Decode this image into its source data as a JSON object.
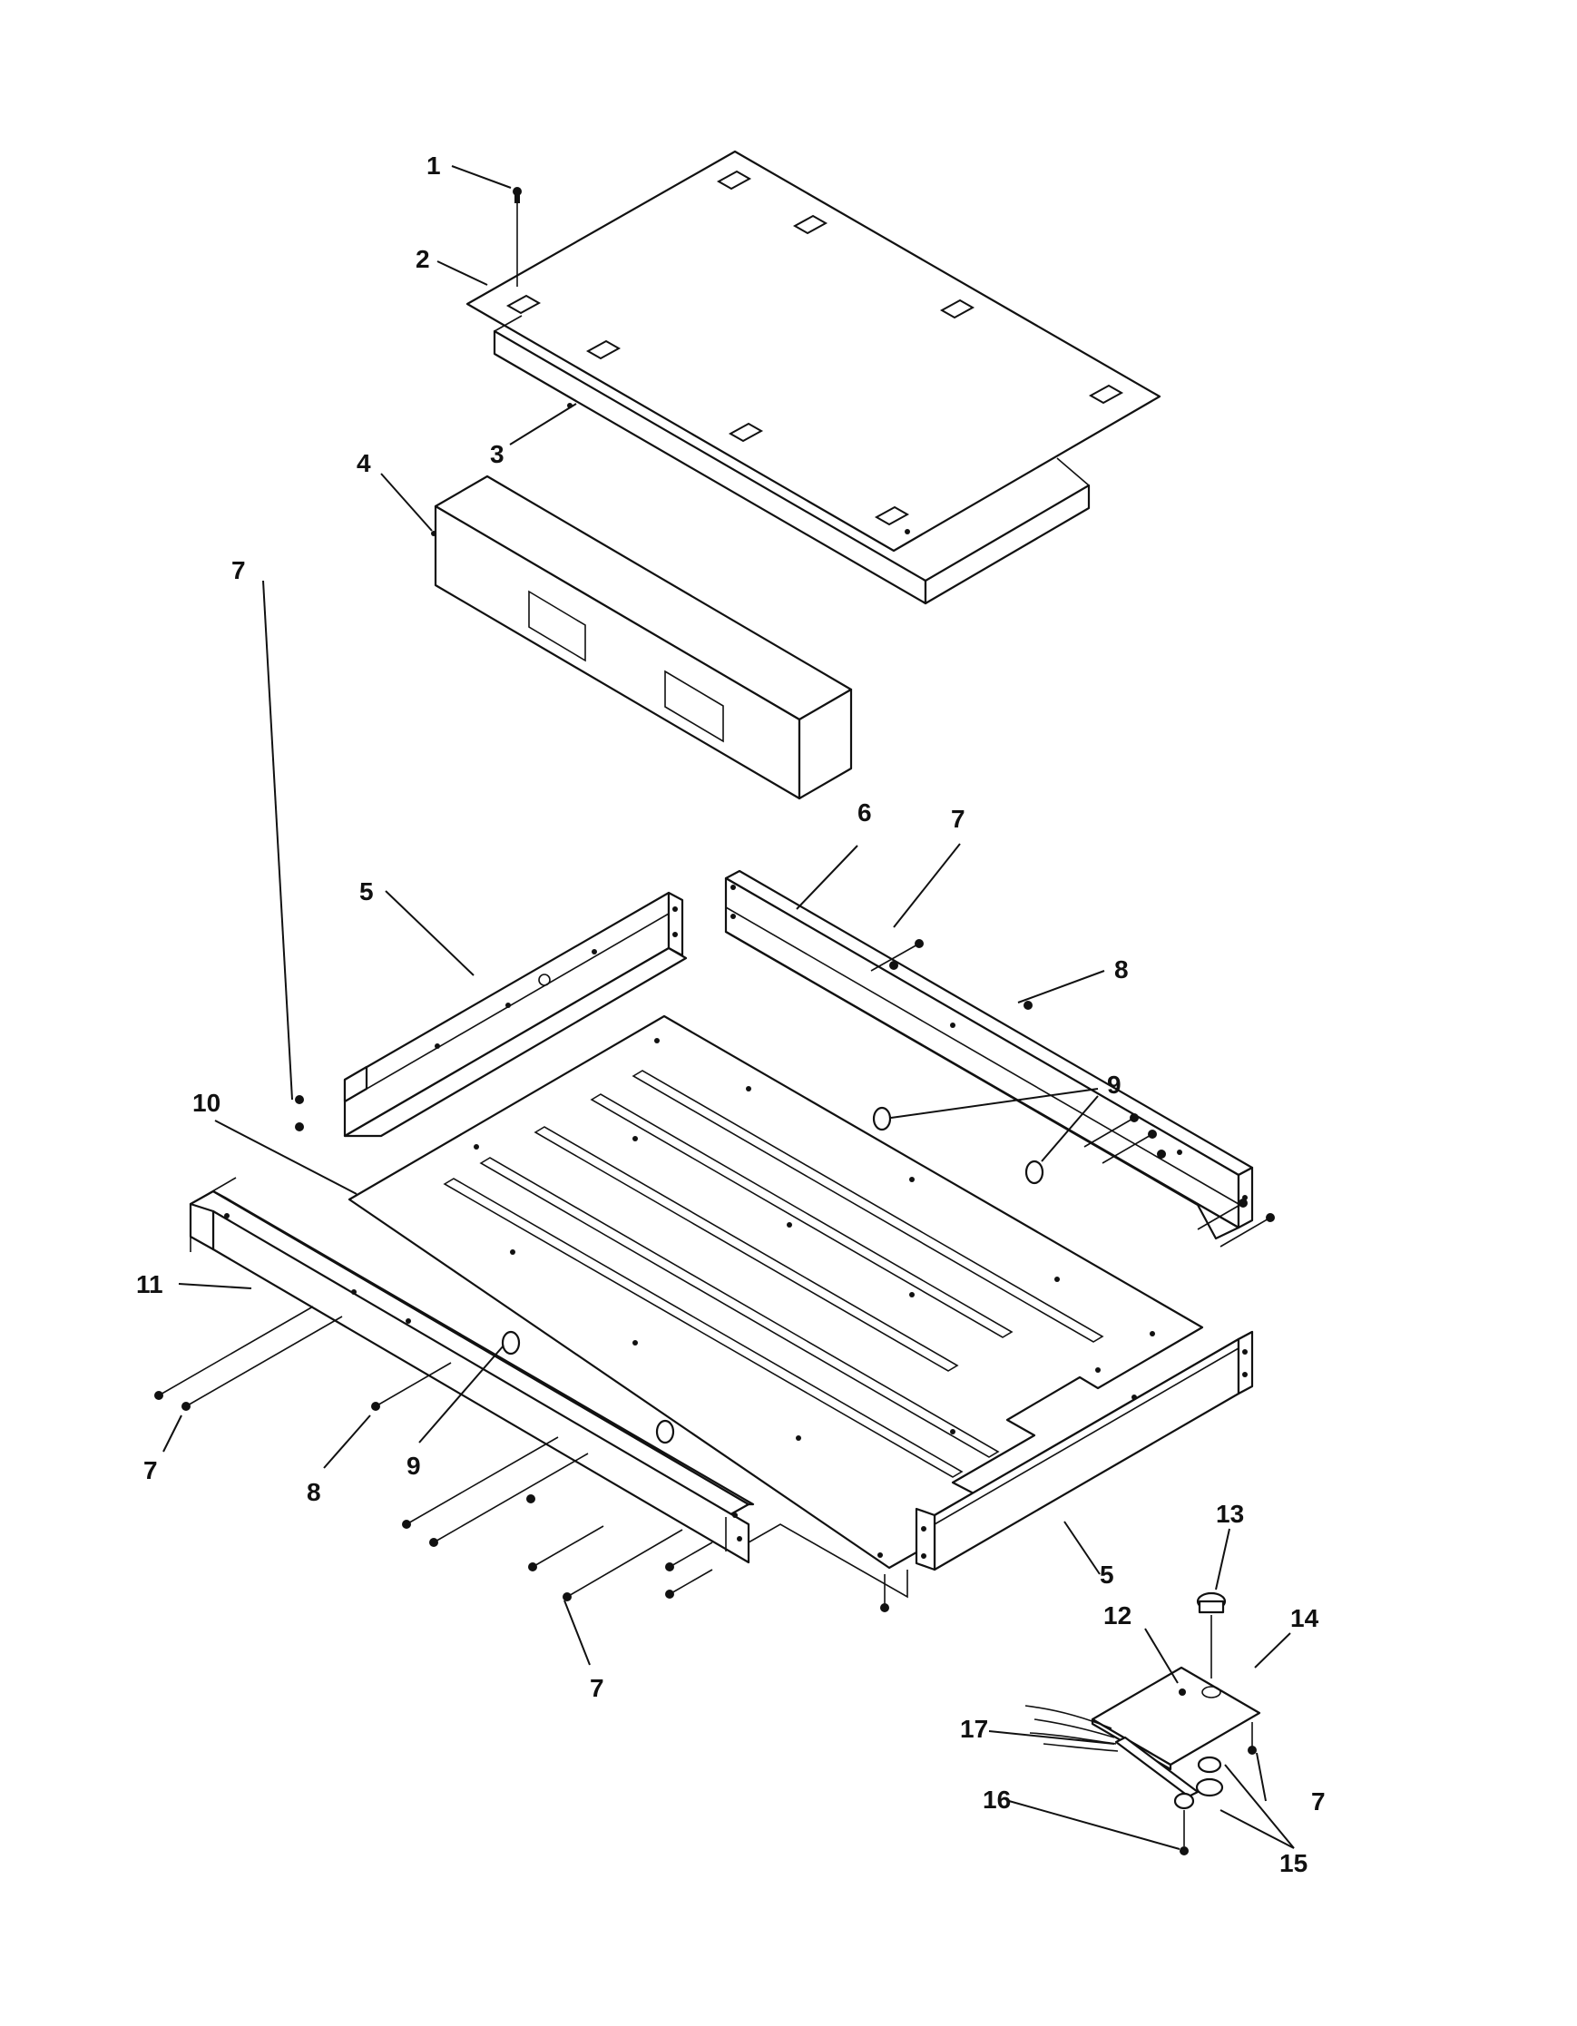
{
  "diagram": {
    "type": "exploded-parts-view",
    "callouts": [
      {
        "id": "c1",
        "label": "1"
      },
      {
        "id": "c2",
        "label": "2"
      },
      {
        "id": "c3",
        "label": "3"
      },
      {
        "id": "c4",
        "label": "4"
      },
      {
        "id": "c5a",
        "label": "5"
      },
      {
        "id": "c5b",
        "label": "5"
      },
      {
        "id": "c6",
        "label": "6"
      },
      {
        "id": "c7a",
        "label": "7"
      },
      {
        "id": "c7b",
        "label": "7"
      },
      {
        "id": "c7c",
        "label": "7"
      },
      {
        "id": "c7d",
        "label": "7"
      },
      {
        "id": "c7e",
        "label": "7"
      },
      {
        "id": "c8a",
        "label": "8"
      },
      {
        "id": "c8b",
        "label": "8"
      },
      {
        "id": "c9a",
        "label": "9"
      },
      {
        "id": "c9b",
        "label": "9"
      },
      {
        "id": "c10",
        "label": "10"
      },
      {
        "id": "c11",
        "label": "11"
      },
      {
        "id": "c12",
        "label": "12"
      },
      {
        "id": "c13",
        "label": "13"
      },
      {
        "id": "c14",
        "label": "14"
      },
      {
        "id": "c15",
        "label": "15"
      },
      {
        "id": "c16",
        "label": "16"
      },
      {
        "id": "c17",
        "label": "17"
      }
    ]
  },
  "colors": {
    "ink": "#111111",
    "paper": "#ffffff"
  }
}
